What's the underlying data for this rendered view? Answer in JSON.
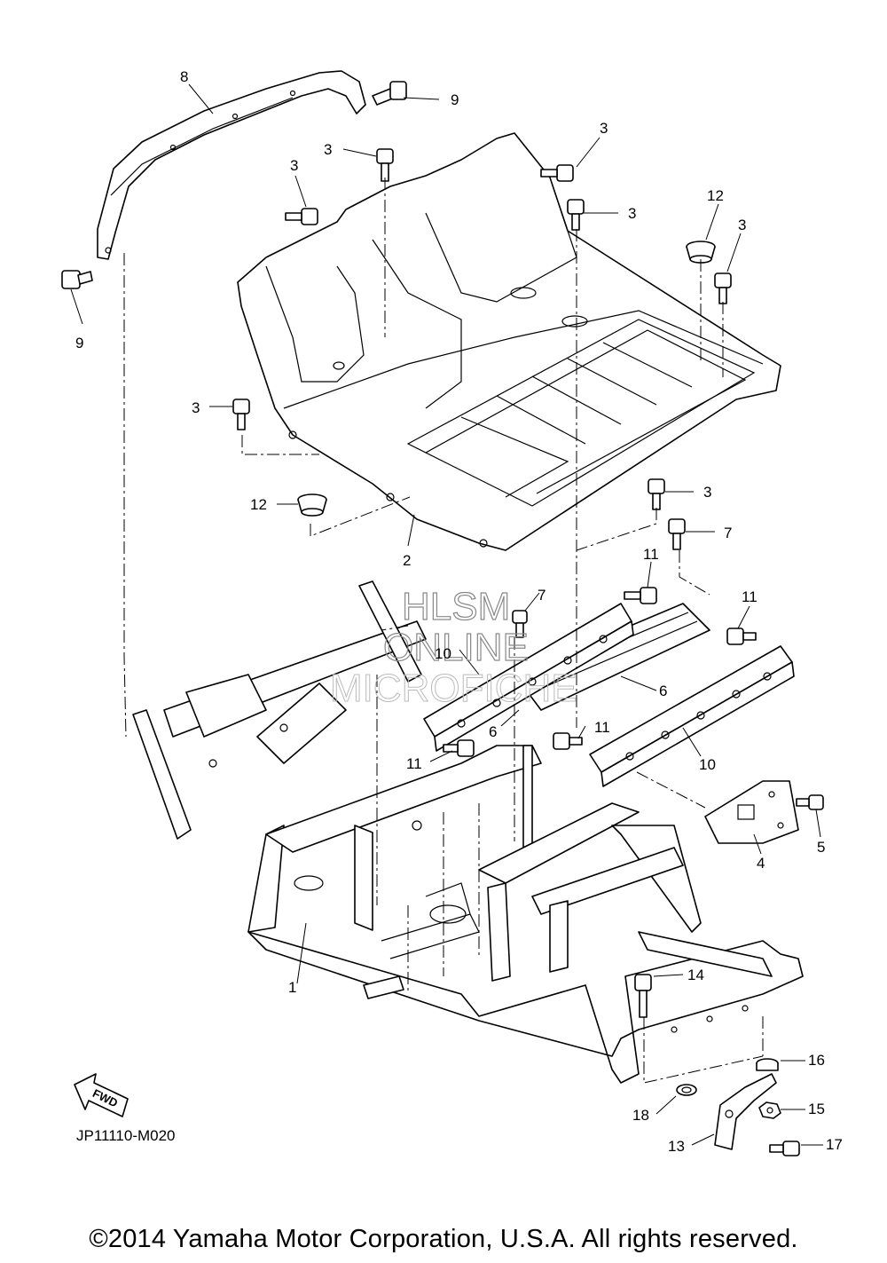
{
  "diagram": {
    "callouts": {
      "c1": "1",
      "c2": "2",
      "c3a": "3",
      "c3b": "3",
      "c3c": "3",
      "c3d": "3",
      "c3e": "3",
      "c3f": "3",
      "c3g": "3",
      "c4": "4",
      "c5": "5",
      "c6a": "6",
      "c6b": "6",
      "c7a": "7",
      "c7b": "7",
      "c8": "8",
      "c9a": "9",
      "c9b": "9",
      "c10a": "10",
      "c10b": "10",
      "c11a": "11",
      "c11b": "11",
      "c11c": "11",
      "c11d": "11",
      "c12a": "12",
      "c12b": "12",
      "c13": "13",
      "c14": "14",
      "c15": "15",
      "c16": "16",
      "c17": "17",
      "c18": "18"
    },
    "fwd_label": "FWD",
    "diagram_code": "JP11110-M020"
  },
  "watermark": {
    "line1": "HLSM",
    "line2": "ONLINE",
    "line3": "MICROFICHE"
  },
  "footer": {
    "copyright": "©2014 Yamaha Motor Corporation, U.S.A. All rights reserved."
  }
}
